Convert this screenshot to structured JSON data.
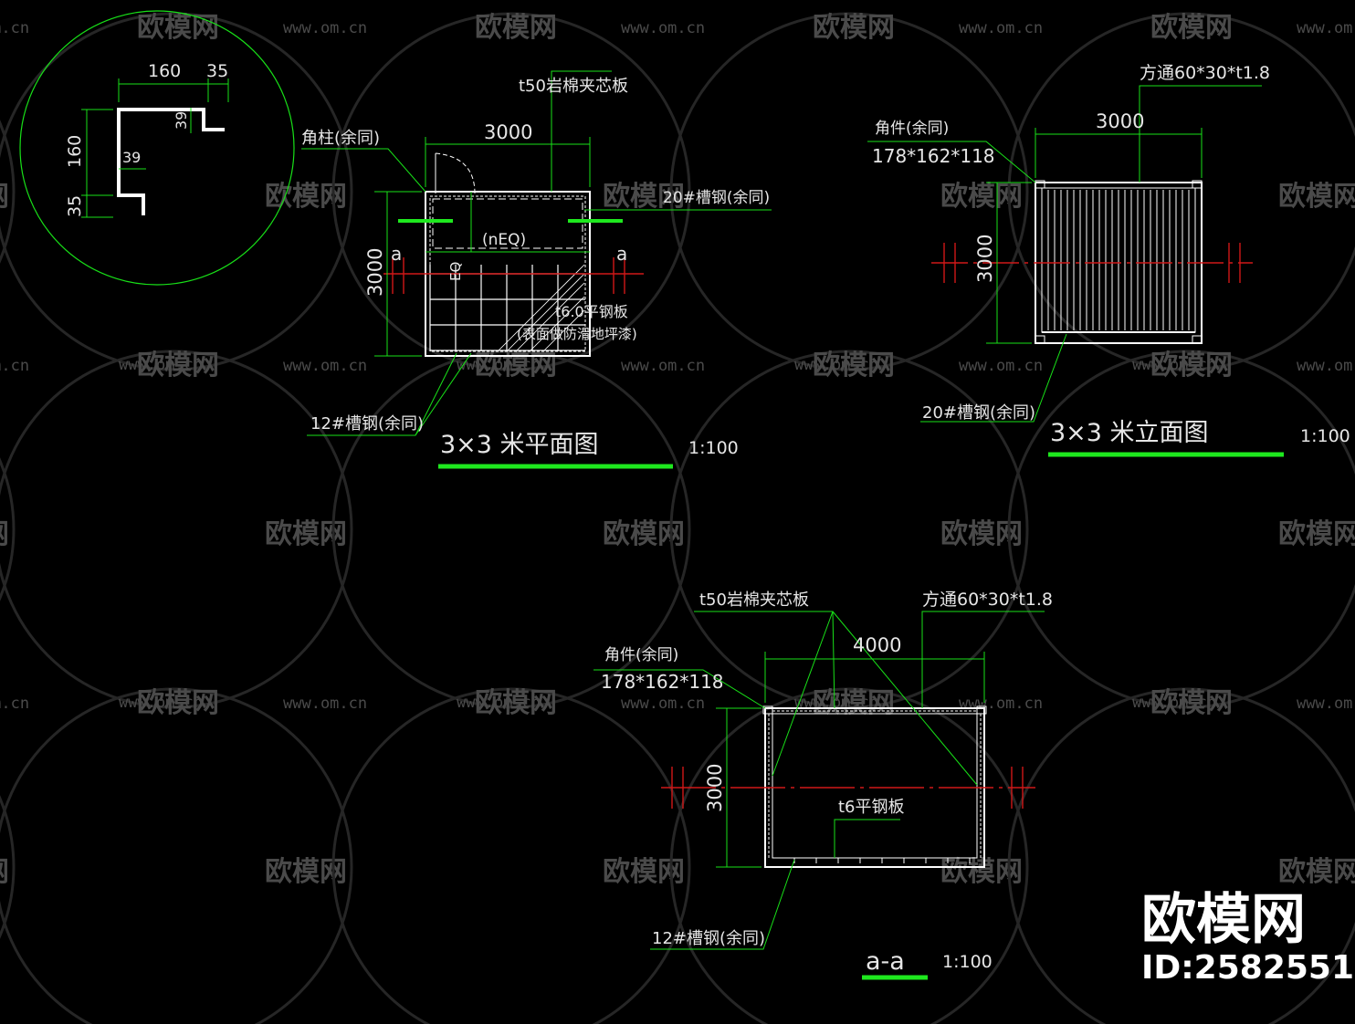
{
  "colors": {
    "background": "#000000",
    "line_white": "#ffffff",
    "dim_green": "#18e018",
    "text_white": "#e6e6e6",
    "axis_red": "#d01818",
    "title_bar": "#1ee81e",
    "watermark": "#4a4a4a"
  },
  "watermark": {
    "brand": "欧模网",
    "url": "www.om.cn",
    "big_brand": "欧模网",
    "id_label": "ID:2582551"
  },
  "detail": {
    "dim_top_left": "160",
    "dim_top_right": "35",
    "dim_left_main": "160",
    "dim_left_small": "35",
    "dim_inner_v": "39",
    "dim_inner_h": "39"
  },
  "plan": {
    "dim_width": "3000",
    "dim_height": "3000",
    "label_corner_post": "角柱(余同)",
    "label_panel": "t50岩棉夹芯板",
    "label_channel_20": "20#槽钢(余同)",
    "label_neq": "(nEQ)",
    "label_eq": "EQ",
    "label_steel_plate": "t6.0平钢板",
    "label_steel_note": "(表面做防滑地坪漆)",
    "label_channel_12": "12#槽钢(余同)",
    "section_mark_left": "a",
    "section_mark_right": "a",
    "title": "3×3 米平面图",
    "scale": "1:100"
  },
  "elevation": {
    "dim_width": "3000",
    "dim_height": "3000",
    "label_tube": "方通60*30*t1.8",
    "label_corner": "角件(余同)",
    "label_corner_size": "178*162*118",
    "label_channel_20": "20#槽钢(余同)",
    "title": "3×3 米立面图",
    "scale": "1:100"
  },
  "section": {
    "dim_width": "4000",
    "dim_height": "3000",
    "label_panel": "t50岩棉夹芯板",
    "label_tube": "方通60*30*t1.8",
    "label_corner": "角件(余同)",
    "label_corner_size": "178*162*118",
    "label_plate": "t6平钢板",
    "label_channel_12": "12#槽钢(余同)",
    "title": "a-a",
    "scale": "1:100"
  }
}
